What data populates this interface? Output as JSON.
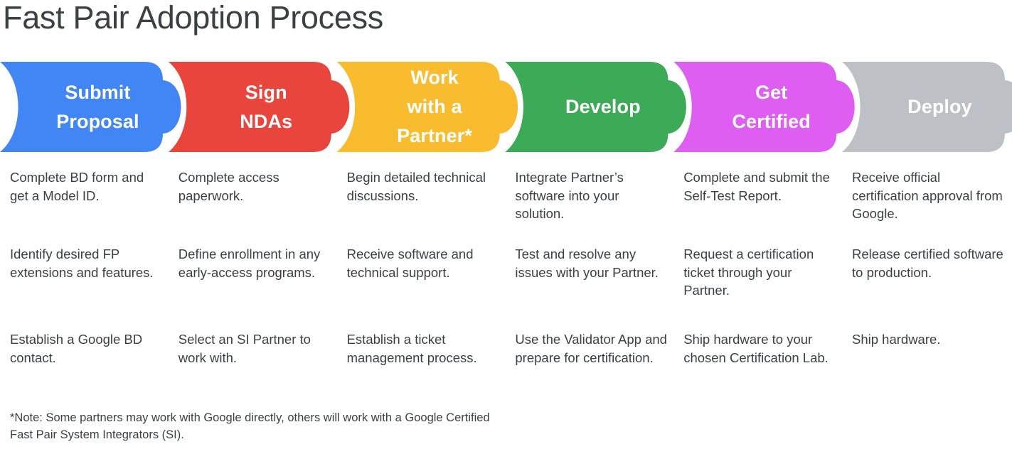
{
  "page_title": "Fast Pair Adoption Process",
  "colors": {
    "text": "#3c4043",
    "stage_blue": "#4285F4",
    "stage_red": "#E8453C",
    "stage_yellow": "#FABC2F",
    "stage_green": "#3DAA58",
    "stage_magenta": "#DD5EF1",
    "stage_gray": "#BDC1C6",
    "stage_text": "#ffffff",
    "background": "#ffffff"
  },
  "stages": [
    {
      "id": "submit-proposal",
      "label": "Submit\nProposal",
      "color": "#4285F4"
    },
    {
      "id": "sign-ndas",
      "label": "Sign\nNDAs",
      "color": "#E8453C"
    },
    {
      "id": "work-partner",
      "label": "Work\nwith a\nPartner*",
      "color": "#FABC2F"
    },
    {
      "id": "develop",
      "label": "Develop",
      "color": "#3DAA58"
    },
    {
      "id": "get-certified",
      "label": "Get\nCertified",
      "color": "#DD5EF1"
    },
    {
      "id": "deploy",
      "label": "Deploy",
      "color": "#BDC1C6"
    }
  ],
  "columns": [
    {
      "stage": "Submit Proposal",
      "items": [
        "Complete BD form and get a Model ID.",
        "Identify desired FP extensions and features.",
        "Establish a Google BD contact."
      ]
    },
    {
      "stage": "Sign NDAs",
      "items": [
        "Complete access paperwork.",
        "Define enrollment in any early-access programs.",
        "Select an SI Partner to work with."
      ]
    },
    {
      "stage": "Work with a Partner*",
      "items": [
        "Begin detailed technical discussions.",
        "Receive software and technical support.",
        "Establish a ticket management process."
      ]
    },
    {
      "stage": "Develop",
      "items": [
        "Integrate Partner’s software into your solution.",
        "Test and resolve any issues with your Partner.",
        "Use the Validator App and prepare for certification."
      ]
    },
    {
      "stage": "Get Certified",
      "items": [
        "Complete and submit the Self-Test Report.",
        "Request a certification ticket through your Partner.",
        "Ship hardware to your chosen Certification Lab."
      ]
    },
    {
      "stage": "Deploy",
      "items": [
        "Receive official certification approval from Google.",
        "Release certified software to production.",
        "Ship hardware."
      ]
    }
  ],
  "footnote": "*Note: Some partners may work with Google directly, others will work with a Google Certified Fast Pair System Integrators (SI)."
}
